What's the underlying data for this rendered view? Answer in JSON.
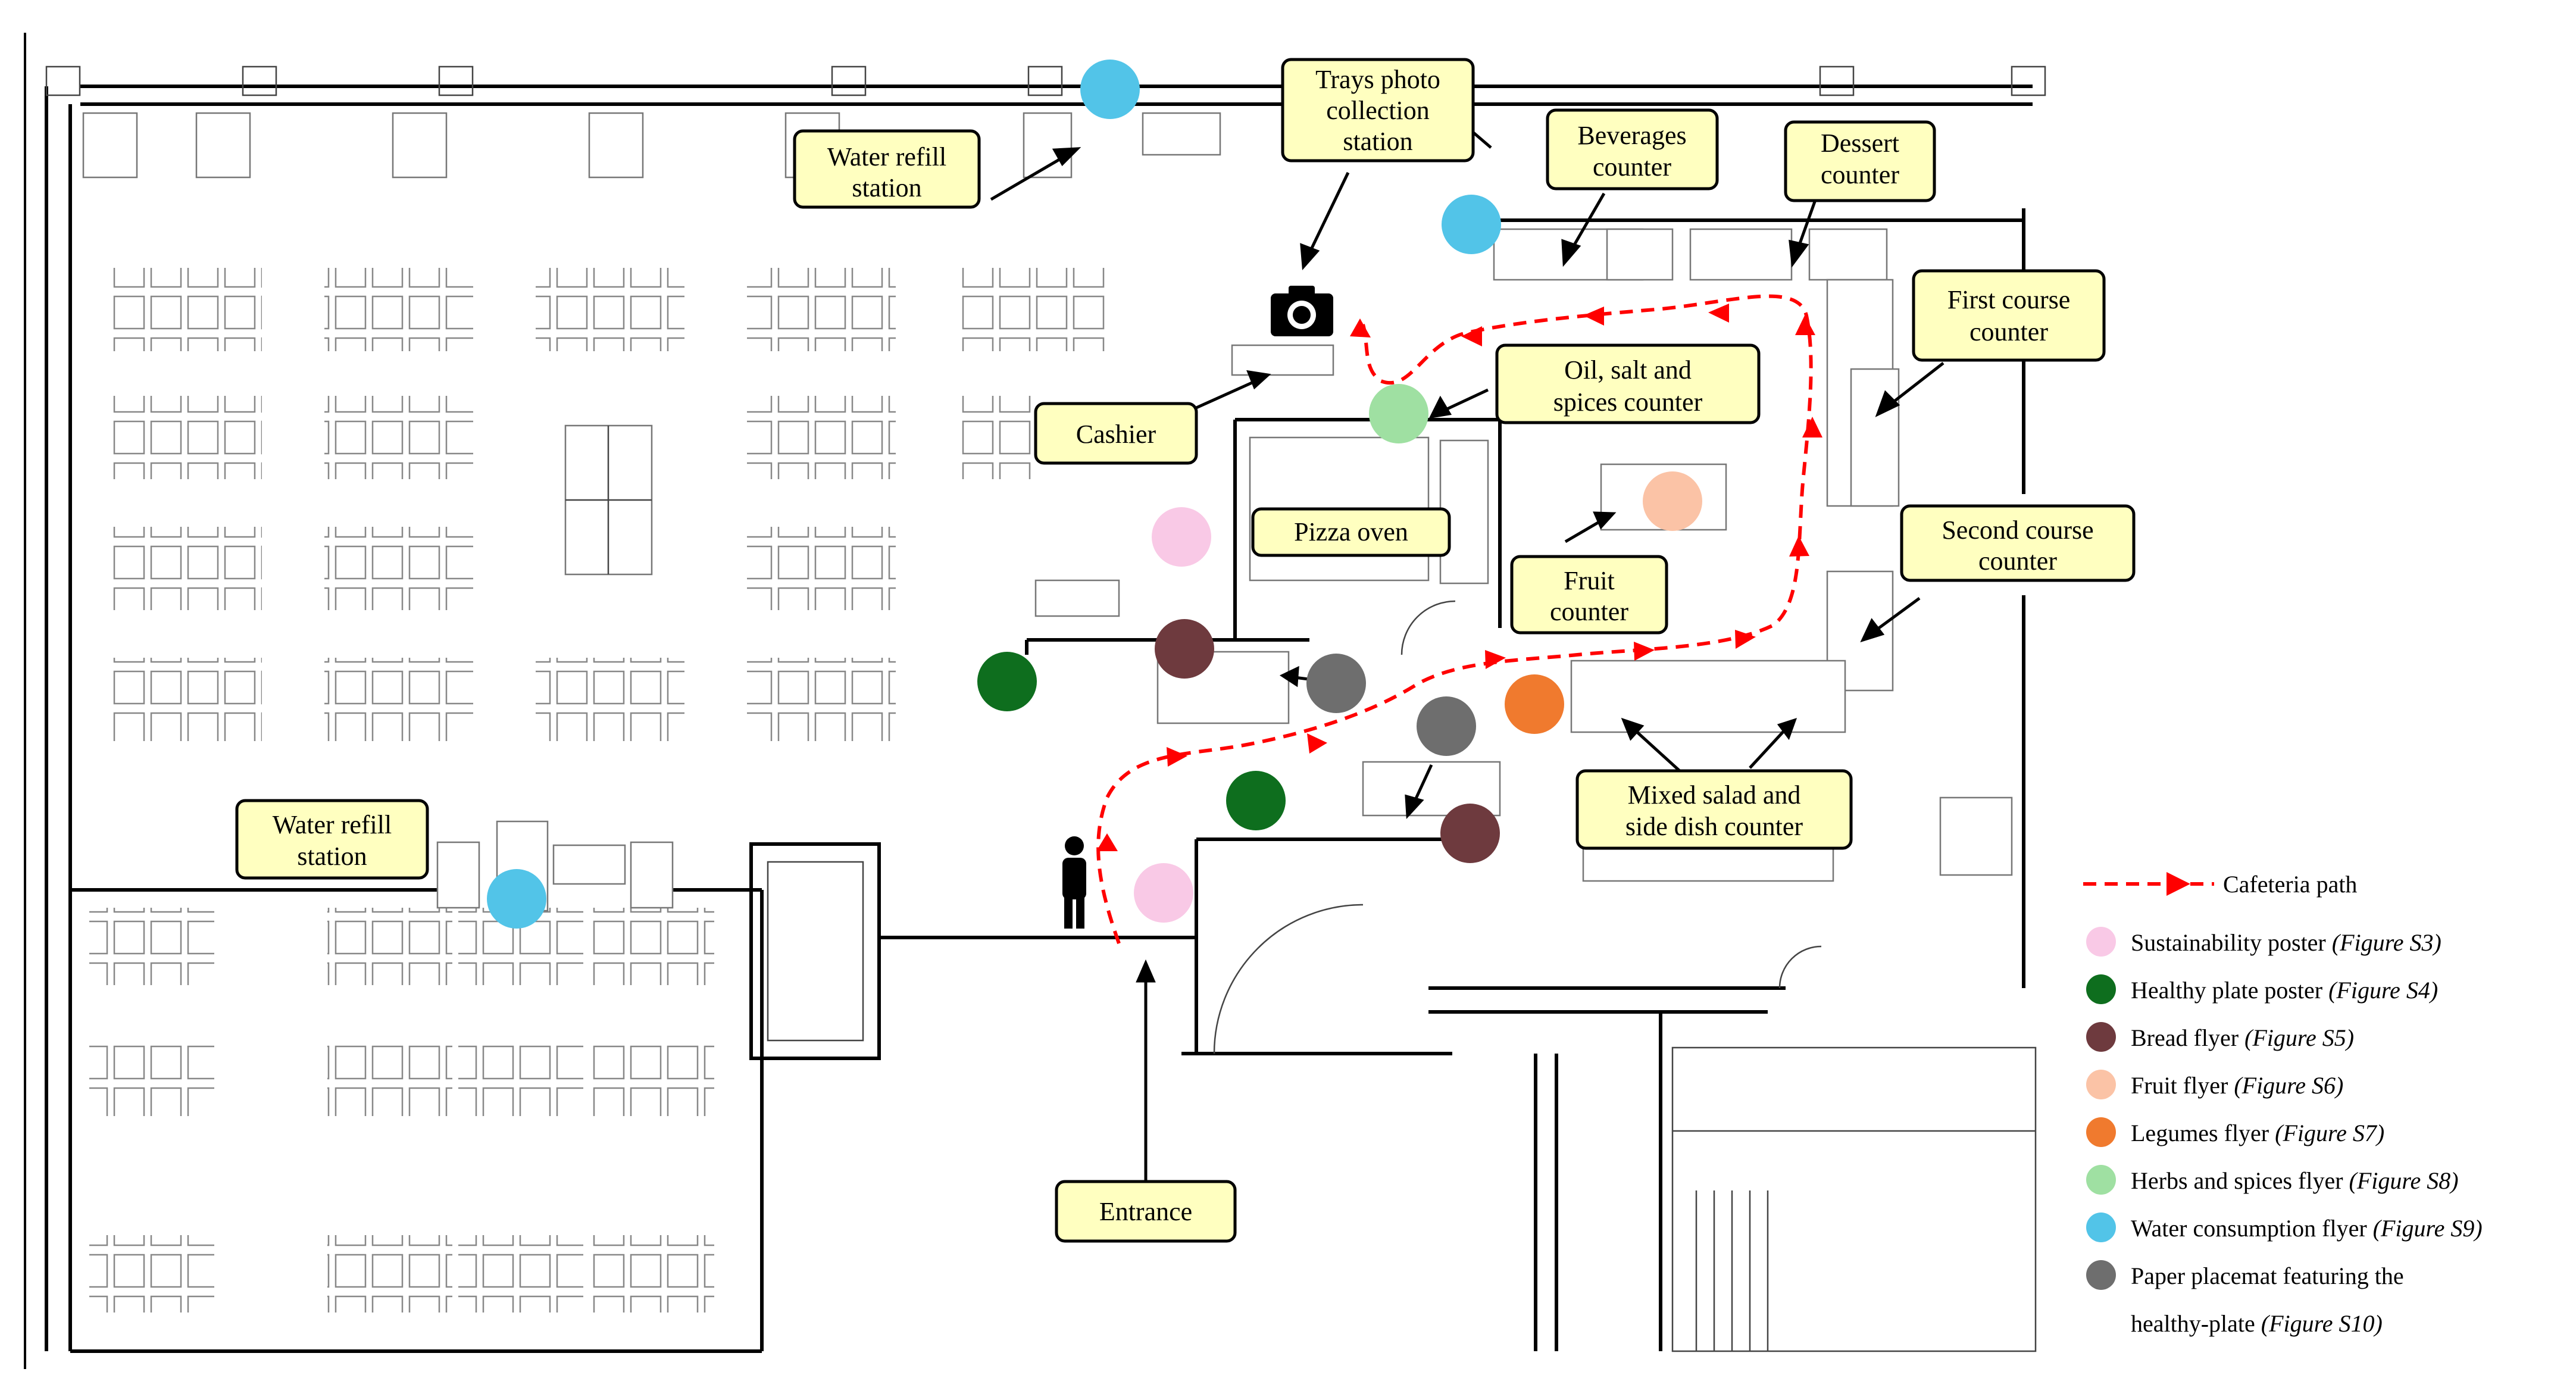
{
  "labels": {
    "water_refill_top": [
      "Water refill",
      "station"
    ],
    "trays_photo": [
      "Trays photo",
      "collection",
      "station"
    ],
    "beverages": [
      "Beverages",
      "counter"
    ],
    "dessert": [
      "Dessert",
      "counter"
    ],
    "first_course": [
      "First course",
      "counter"
    ],
    "oil_salt": [
      "Oil, salt and",
      "spices counter"
    ],
    "cashier": [
      "Cashier"
    ],
    "pizza_oven": [
      "Pizza oven"
    ],
    "fruit": [
      "Fruit",
      "counter"
    ],
    "second_course": [
      "Second course",
      "counter"
    ],
    "mixed_salad": [
      "Mixed salad and",
      "side dish counter"
    ],
    "water_refill_left": [
      "Water refill",
      "station"
    ],
    "entrance": [
      "Entrance"
    ]
  },
  "legend": {
    "path_label": "Cafeteria path",
    "path_color": "#ff0000",
    "items": [
      {
        "text": "Sustainability poster",
        "ref": "(Figure S3)",
        "color": "#f9c9e6"
      },
      {
        "text": "Healthy plate poster",
        "ref": "(Figure S4)",
        "color": "#0e6e1e"
      },
      {
        "text": "Bread flyer",
        "ref": "(Figure S5)",
        "color": "#6e3a3e"
      },
      {
        "text": "Fruit flyer",
        "ref": "(Figure S6)",
        "color": "#fbc3a6"
      },
      {
        "text": "Legumes flyer",
        "ref": "(Figure S7)",
        "color": "#f07a2e"
      },
      {
        "text": "Herbs and spices flyer",
        "ref": "(Figure S8)",
        "color": "#9fe0a2"
      },
      {
        "text": "Water consumption flyer",
        "ref": "(Figure S9)",
        "color": "#52c4e8"
      },
      {
        "text": "Paper placemat featuring the",
        "text2": "healthy-plate",
        "ref": "(Figure S10)",
        "color": "#6e6e6e"
      }
    ]
  },
  "markers": [
    {
      "type": "Water consumption flyer",
      "color": "#52c4e8"
    },
    {
      "type": "Water consumption flyer",
      "color": "#52c4e8"
    },
    {
      "type": "Water consumption flyer",
      "color": "#52c4e8"
    },
    {
      "type": "Herbs and spices flyer",
      "color": "#9fe0a2"
    },
    {
      "type": "Fruit flyer",
      "color": "#fbc3a6"
    },
    {
      "type": "Sustainability poster",
      "color": "#f9c9e6"
    },
    {
      "type": "Sustainability poster",
      "color": "#f9c9e6"
    },
    {
      "type": "Bread flyer",
      "color": "#6e3a3e"
    },
    {
      "type": "Bread flyer",
      "color": "#6e3a3e"
    },
    {
      "type": "Healthy plate poster",
      "color": "#0e6e1e"
    },
    {
      "type": "Healthy plate poster",
      "color": "#0e6e1e"
    },
    {
      "type": "Paper placemat featuring the healthy-plate",
      "color": "#6e6e6e"
    },
    {
      "type": "Paper placemat featuring the healthy-plate",
      "color": "#6e6e6e"
    },
    {
      "type": "Legumes flyer",
      "color": "#f07a2e"
    }
  ]
}
